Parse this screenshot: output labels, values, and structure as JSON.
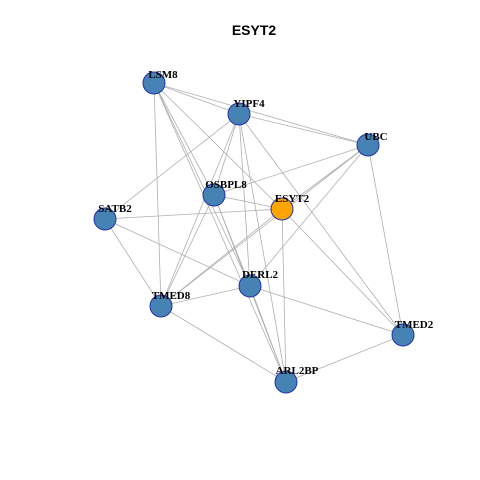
{
  "title": "ESYT2",
  "colors": {
    "node_default": "#4682b4",
    "node_highlight": "#ffa500",
    "node_border": "#2233aa",
    "edge": "#b0b0b0"
  },
  "nodes": [
    {
      "id": "LSM8",
      "label": "LSM8",
      "highlight": false
    },
    {
      "id": "YIPF4",
      "label": "YIPF4",
      "highlight": false
    },
    {
      "id": "UBC",
      "label": "UBC",
      "highlight": false
    },
    {
      "id": "OSBPL8",
      "label": "OSBPL8",
      "highlight": false
    },
    {
      "id": "ESYT2",
      "label": "ESYT2",
      "highlight": true
    },
    {
      "id": "SATB2",
      "label": "SATB2",
      "highlight": false
    },
    {
      "id": "DERL2",
      "label": "DERL2",
      "highlight": false
    },
    {
      "id": "TMED8",
      "label": "TMED8",
      "highlight": false
    },
    {
      "id": "TMED2",
      "label": "TMED2",
      "highlight": false
    },
    {
      "id": "ARL2BP",
      "label": "ARL2BP",
      "highlight": false
    }
  ],
  "edges": [
    [
      "LSM8",
      "YIPF4"
    ],
    [
      "LSM8",
      "UBC"
    ],
    [
      "LSM8",
      "OSBPL8"
    ],
    [
      "LSM8",
      "ESYT2"
    ],
    [
      "LSM8",
      "TMED8"
    ],
    [
      "LSM8",
      "DERL2"
    ],
    [
      "LSM8",
      "ARL2BP"
    ],
    [
      "YIPF4",
      "UBC"
    ],
    [
      "YIPF4",
      "OSBPL8"
    ],
    [
      "YIPF4",
      "TMED8"
    ],
    [
      "YIPF4",
      "DERL2"
    ],
    [
      "YIPF4",
      "ARL2BP"
    ],
    [
      "YIPF4",
      "TMED2"
    ],
    [
      "YIPF4",
      "SATB2"
    ],
    [
      "UBC",
      "OSBPL8"
    ],
    [
      "UBC",
      "ESYT2"
    ],
    [
      "UBC",
      "DERL2"
    ],
    [
      "UBC",
      "TMED8"
    ],
    [
      "UBC",
      "TMED2"
    ],
    [
      "OSBPL8",
      "ESYT2"
    ],
    [
      "OSBPL8",
      "TMED8"
    ],
    [
      "OSBPL8",
      "ARL2BP"
    ],
    [
      "OSBPL8",
      "DERL2"
    ],
    [
      "ESYT2",
      "SATB2"
    ],
    [
      "ESYT2",
      "TMED8"
    ],
    [
      "ESYT2",
      "ARL2BP"
    ],
    [
      "ESYT2",
      "TMED2"
    ],
    [
      "SATB2",
      "TMED8"
    ],
    [
      "SATB2",
      "DERL2"
    ],
    [
      "DERL2",
      "TMED8"
    ],
    [
      "DERL2",
      "TMED2"
    ],
    [
      "DERL2",
      "ARL2BP"
    ],
    [
      "TMED8",
      "ARL2BP"
    ],
    [
      "TMED2",
      "ARL2BP"
    ]
  ]
}
